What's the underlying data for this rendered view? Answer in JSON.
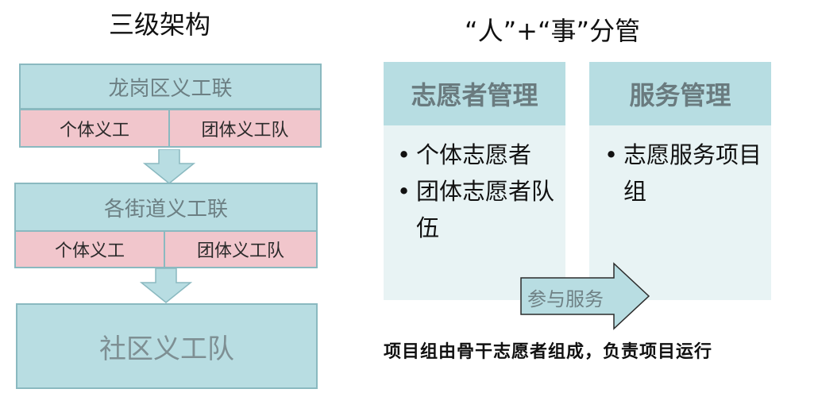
{
  "left": {
    "heading": "三级架构",
    "district": {
      "title": "龙岗区义工联",
      "individual": "个体义工",
      "team": "团体义工队"
    },
    "street": {
      "title": "各街道义工联",
      "individual": "个体义工",
      "team": "团体义工队"
    },
    "community": {
      "title": "社区义工队"
    }
  },
  "right": {
    "heading": "“人”+“事”分管",
    "volunteer_panel": {
      "title": "志愿者管理",
      "items": [
        "个体志愿者",
        "团体志愿者队伍"
      ]
    },
    "service_panel": {
      "title": "服务管理",
      "items": [
        "志愿服务项目组"
      ]
    },
    "arrow_label": "参与服务",
    "footnote": "项目组由骨干志愿者组成，负责项目运行"
  },
  "colors": {
    "teal_fill": "#b8dde2",
    "teal_border": "#8ab9c0",
    "pink_fill": "#f1c6cc",
    "panel_body": "#e8f3f4",
    "muted_text": "#6c7f83"
  }
}
